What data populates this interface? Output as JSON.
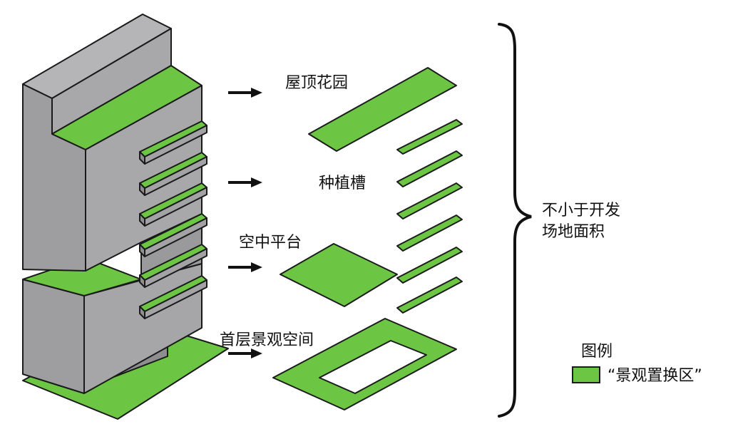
{
  "labels": {
    "roof_garden": "屋顶花园",
    "planters": "种植槽",
    "sky_platform": "空中平台",
    "ground_landscape": "首层景观空间",
    "brace_line1": "不小于开发",
    "brace_line2": "场地面积"
  },
  "legend": {
    "title": "图例",
    "item": "“景观置换区”"
  },
  "colors": {
    "green": "#6cc644",
    "green_stroke": "#1c1c1c",
    "building_side": "#a3a3a6",
    "building_front": "#9a9a9d",
    "building_top": "#bfbfc2",
    "outline": "#1a1a1a"
  },
  "icons": {
    "arrow": "right-arrow-icon",
    "brace": "right-curly-brace"
  }
}
